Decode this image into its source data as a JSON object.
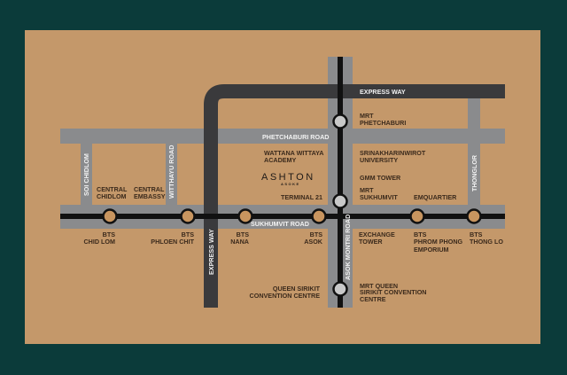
{
  "colors": {
    "background": "#0b3b3a",
    "panel": "#c4986a",
    "road": "#8a8b8d",
    "expressway": "#3a3a3c",
    "rail": "#111111",
    "bts_station": "#c8955f",
    "mrt_station": "#c9c9c9"
  },
  "roads": {
    "express_way_h": "EXPRESS WAY",
    "express_way_v": "EXPRESS WAY",
    "phetchaburi": "PHETCHABURI ROAD",
    "sukhumvit": "SUKHUMVIT ROAD",
    "asok_montri": "ASOK MONTRI ROAD",
    "soi_chidlom": "SOI CHIDLOM",
    "witthayu": "WITTHAYU ROAD",
    "thonglor": "THONGLOR"
  },
  "brand": {
    "name": "ASHTON",
    "sub": "ASOKE"
  },
  "bts_stations": [
    {
      "line1": "BTS",
      "line2": "CHID LOM"
    },
    {
      "line1": "BTS",
      "line2": "PHLOEN CHIT"
    },
    {
      "line1": "BTS",
      "line2": "NANA"
    },
    {
      "line1": "BTS",
      "line2": "ASOK"
    },
    {
      "line1": "BTS",
      "line2": "PHROM PHONG"
    },
    {
      "line1": "BTS",
      "line2": "THONG LO"
    }
  ],
  "mrt_stations": [
    {
      "line1": "MRT",
      "line2": "PHETCHABURI"
    },
    {
      "line1": "MRT",
      "line2": "SUKHUMVIT"
    },
    {
      "line1": "MRT QUEEN",
      "line2": "SIRIKIT CONVENTION",
      "line3": "CENTRE"
    }
  ],
  "landmarks": {
    "central_chidlom": [
      "CENTRAL",
      "CHIDLOM"
    ],
    "central_embassy": [
      "CENTRAL",
      "EMBASSY"
    ],
    "wattana": [
      "WATTANA WITTAYA",
      "ACADEMY"
    ],
    "terminal21": "TERMINAL 21",
    "swu": [
      "SRINAKHARINWIROT",
      "UNIVERSITY"
    ],
    "gmm": "GMM TOWER",
    "emquartier": "EMQUARTIER",
    "exchange": [
      "EXCHANGE",
      "TOWER"
    ],
    "emporium": "EMPORIUM",
    "qsncc": [
      "QUEEN SIRIKIT",
      "CONVENTION CENTRE"
    ]
  }
}
